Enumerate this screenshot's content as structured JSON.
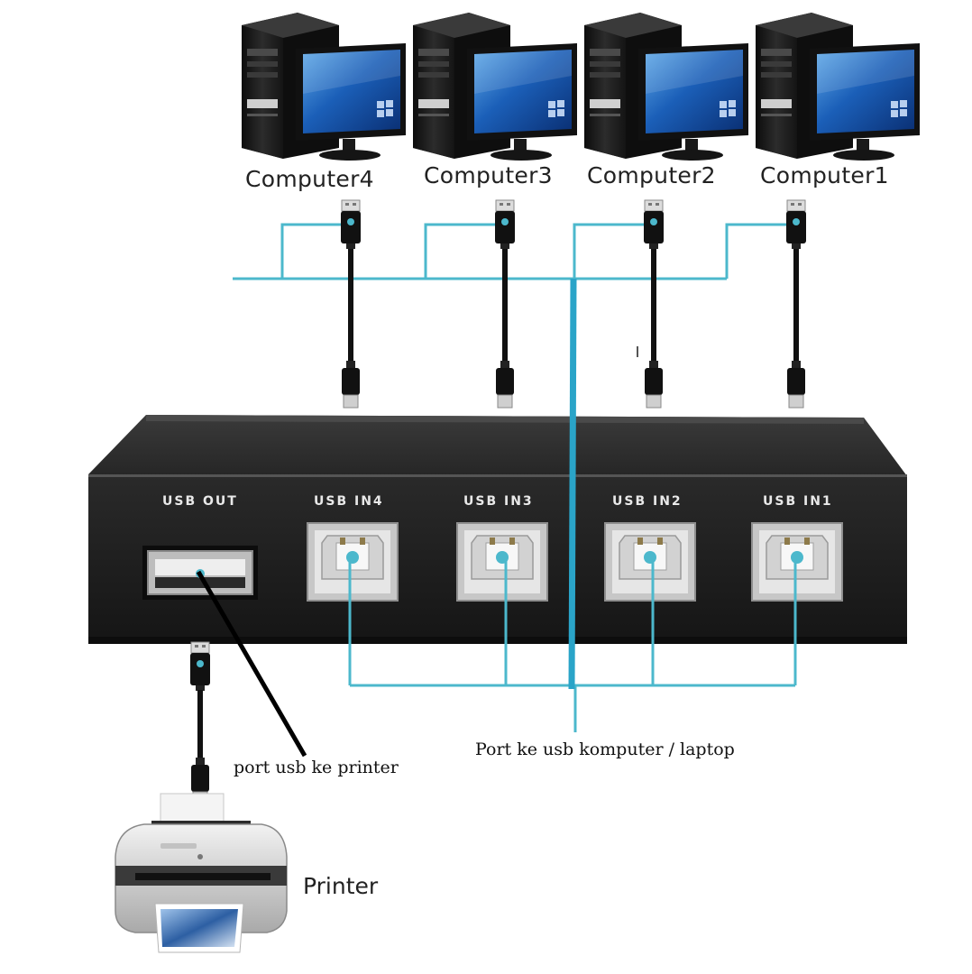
{
  "computers": [
    {
      "label": "Computer4"
    },
    {
      "label": "Computer3"
    },
    {
      "label": "Computer2"
    },
    {
      "label": "Computer1"
    }
  ],
  "switch": {
    "ports": [
      {
        "label": "USB OUT"
      },
      {
        "label": "USB IN4"
      },
      {
        "label": "USB IN3"
      },
      {
        "label": "USB IN2"
      },
      {
        "label": "USB IN1"
      }
    ]
  },
  "annotations": {
    "printer_port": "port usb ke printer",
    "computer_port": "Port ke usb komputer / laptop"
  },
  "printer": {
    "label": "Printer"
  },
  "colors": {
    "connector_line": "#4cb8cc",
    "trunk_line": "#2aa4c8",
    "switch_body": "#1f1f1f",
    "background": "#ffffff"
  }
}
